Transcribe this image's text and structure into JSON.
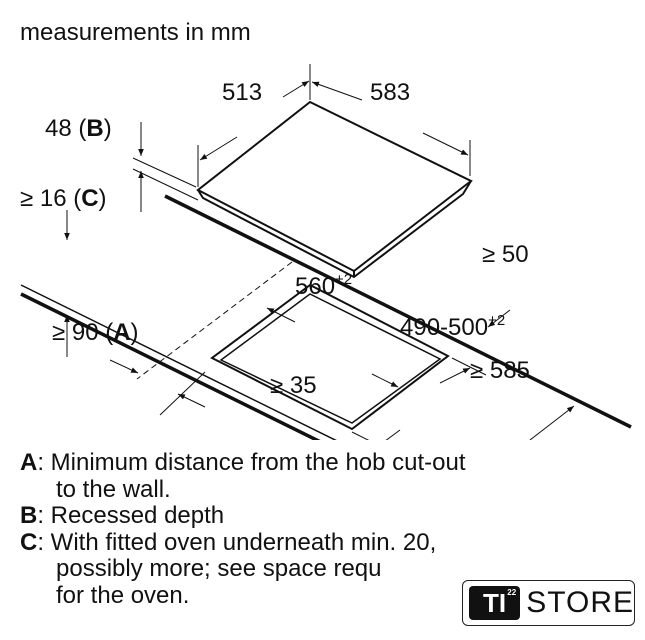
{
  "title": "measurements in mm",
  "dimensions": {
    "hob_depth": "513",
    "hob_width": "583",
    "recessed_depth": "48 (",
    "recessed_depth_letter": "B",
    "oven_gap": "≥ 16 (",
    "oven_gap_letter": "C",
    "back_gap": "≥ 50",
    "cutout_width": "560",
    "cutout_width_tol": "+2",
    "cutout_depth": "490-500",
    "cutout_depth_tol": "+2",
    "wall_distance": "≥ 90 (",
    "wall_distance_letter": "A",
    "worktop_depth": "≥ 585",
    "front_gap": "≥ 35",
    "close_paren": ")"
  },
  "legend": [
    {
      "key": "A",
      "text": ": Minimum distance from the hob cut-out"
    },
    {
      "key": "",
      "text": "to the wall."
    },
    {
      "key": "B",
      "text": ": Recessed depth"
    },
    {
      "key": "C",
      "text": ": With fitted oven underneath min. 20,"
    },
    {
      "key": "",
      "text": "possibly more; see space requ"
    },
    {
      "key": "",
      "text": "for the oven."
    }
  ],
  "logo": {
    "brand": "TI",
    "superscript": "22",
    "store": "STORE"
  }
}
